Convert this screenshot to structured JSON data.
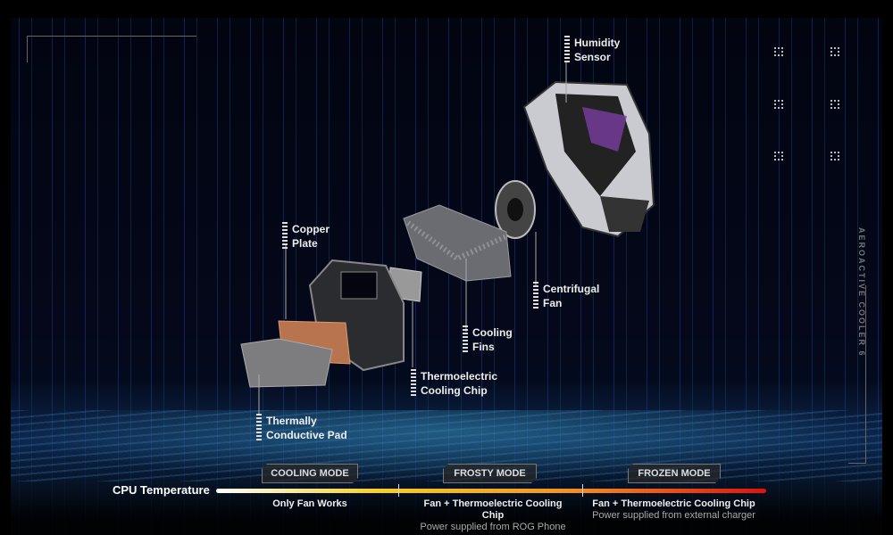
{
  "product_side_label": "AEROACTIVE COOLER 6",
  "parts": {
    "humidity_sensor": "Humidity Sensor",
    "copper_plate": "Copper Plate",
    "centrifugal_fan": "Centrifugal Fan",
    "cooling_fins": "Cooling Fins",
    "thermoelectric_chip": "Thermoelectric Cooling Chip",
    "thermal_pad": "Thermally Conductive Pad"
  },
  "scale": {
    "label": "CPU Temperature",
    "modes": [
      {
        "name": "COOLING MODE",
        "line1": "Only Fan Works",
        "line2": ""
      },
      {
        "name": "FROSTY MODE",
        "line1": "Fan + Thermoelectric Cooling Chip",
        "line2": "Power supplied from ROG Phone"
      },
      {
        "name": "FROZEN MODE",
        "line1": "Fan + Thermoelectric Cooling Chip",
        "line2": "Power supplied from external charger"
      }
    ]
  },
  "colors": {
    "bar_start": "#ffffff",
    "bar_mid": "#f5d020",
    "bar_end": "#e01010"
  }
}
